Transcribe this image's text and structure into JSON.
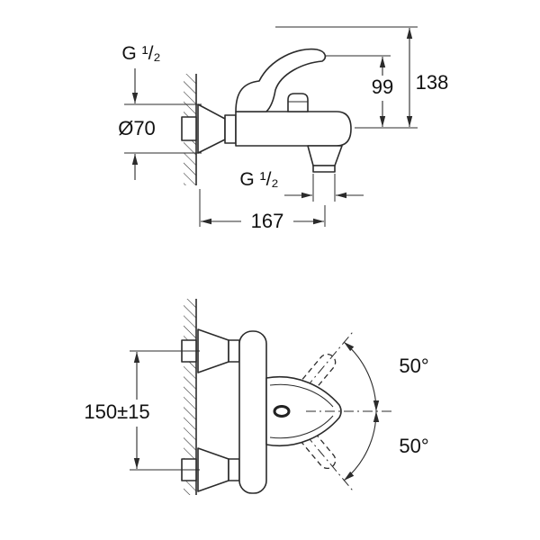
{
  "page": {
    "background": "#ffffff",
    "line_color": "#2b2b2b",
    "text_color": "#111111"
  },
  "side_view": {
    "inlet_thread_label": "G ¹/₂",
    "escutcheon_diameter_label": "Ø70",
    "height_to_handle_label": "99",
    "overall_height_label": "138",
    "spout_thread_label": "G ¹/₂",
    "projection_label": "167"
  },
  "front_view": {
    "connection_distance_label": "150±15",
    "handle_swing_up_label": "50°",
    "handle_swing_down_label": "50°"
  }
}
